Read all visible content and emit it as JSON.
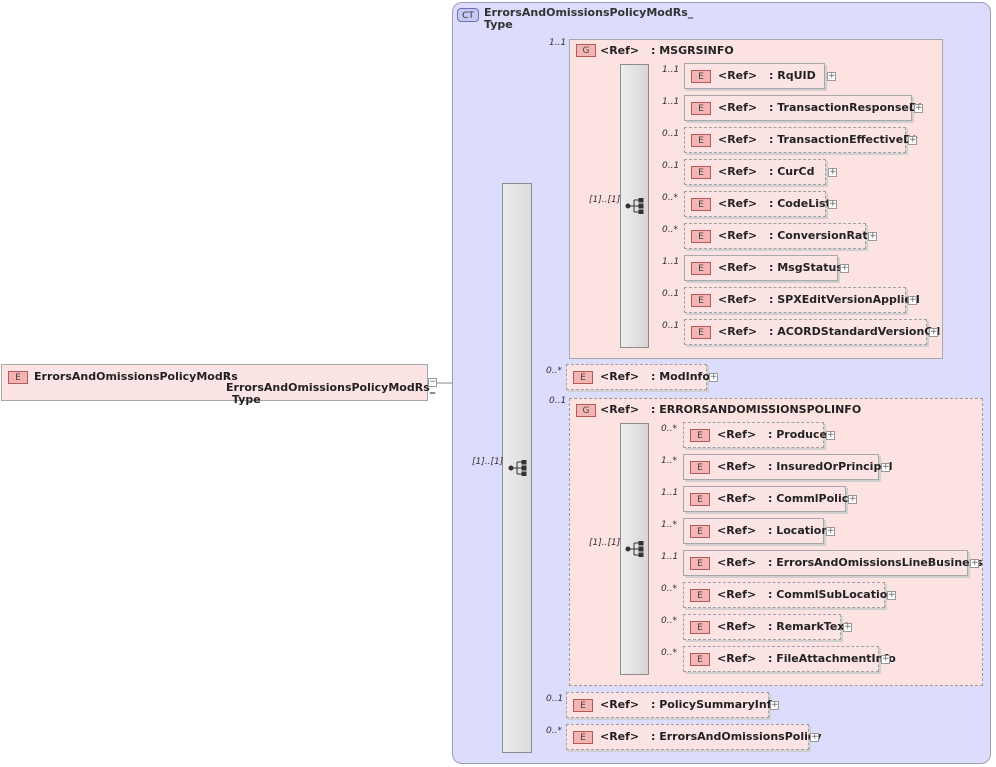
{
  "root": {
    "badge": "E",
    "name": "ErrorsAndOmissionsPolicyModRs",
    "type_line1": ": ErrorsAndOmissionsPolicyModRs_",
    "type_line2": "Type",
    "expand": "−"
  },
  "complex_type": {
    "badge": "CT",
    "title_line1": "ErrorsAndOmissionsPolicyModRs_",
    "title_line2": "Type"
  },
  "sequence_card": "[1]..[1]",
  "ref_label": "<Ref>",
  "msgrsinfo": {
    "badge": "G",
    "name": ": MSGRSINFO",
    "card": "1..1",
    "seq_card": "[1]..[1]",
    "children": [
      {
        "card": "1..1",
        "name": ": RqUID",
        "optional": false
      },
      {
        "card": "1..1",
        "name": ": TransactionResponseDt",
        "optional": false
      },
      {
        "card": "0..1",
        "name": ": TransactionEffectiveDt",
        "optional": true
      },
      {
        "card": "0..1",
        "name": ": CurCd",
        "optional": true
      },
      {
        "card": "0..*",
        "name": ": CodeList",
        "optional": true
      },
      {
        "card": "0..*",
        "name": ": ConversionRate",
        "optional": true
      },
      {
        "card": "1..1",
        "name": ": MsgStatus",
        "optional": false
      },
      {
        "card": "0..1",
        "name": ": SPXEditVersionApplied",
        "optional": true
      },
      {
        "card": "0..1",
        "name": ": ACORDStandardVersionCd",
        "optional": true
      }
    ]
  },
  "modinfo": {
    "card": "0..*",
    "name": ": ModInfo"
  },
  "eopolinfo": {
    "badge": "G",
    "name": ": ERRORSANDOMISSIONSPOLINFO",
    "card": "0..1",
    "seq_card": "[1]..[1]",
    "children": [
      {
        "card": "0..*",
        "name": ": Producer",
        "optional": true
      },
      {
        "card": "1..*",
        "name": ": InsuredOrPrincipal",
        "optional": false
      },
      {
        "card": "1..1",
        "name": ": CommlPolicy",
        "optional": false
      },
      {
        "card": "1..*",
        "name": ": Location",
        "optional": false
      },
      {
        "card": "1..1",
        "name": ": ErrorsAndOmissionsLineBusiness",
        "optional": false
      },
      {
        "card": "0..*",
        "name": ": CommlSubLocation",
        "optional": true
      },
      {
        "card": "0..*",
        "name": ": RemarkText",
        "optional": true
      },
      {
        "card": "0..*",
        "name": ": FileAttachmentInfo",
        "optional": true
      }
    ]
  },
  "policysummary": {
    "card": "0..1",
    "name": ": PolicySummaryInfo"
  },
  "eopolicy": {
    "card": "0..*",
    "name": ": ErrorsAndOmissionsPolicy"
  },
  "element_badge": "E",
  "plus": "+"
}
